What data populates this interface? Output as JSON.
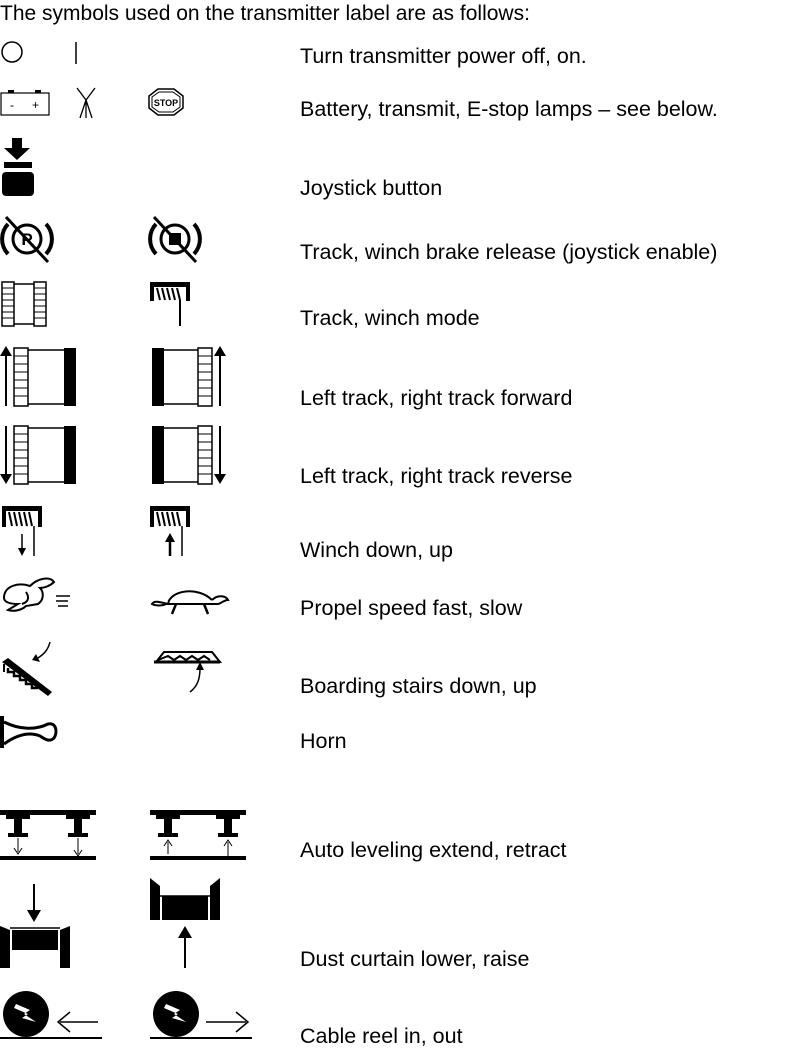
{
  "intro": "The symbols used on the transmitter label are as follows:",
  "rows": [
    {
      "text": "Turn transmitter power off, on.",
      "icons": [
        "power-off-icon",
        "power-on-icon"
      ]
    },
    {
      "text": "Battery, transmit, E-stop lamps – see below.",
      "icons": [
        "battery-icon",
        "antenna-icon",
        "stop-sign-icon"
      ]
    },
    {
      "text": "Joystick button",
      "icons": [
        "joystick-button-icon"
      ]
    },
    {
      "text": "Track, winch brake release (joystick enable)",
      "icons": [
        "track-brake-release-icon",
        "winch-brake-release-icon"
      ]
    },
    {
      "text": "Track, winch mode",
      "icons": [
        "track-mode-icon",
        "winch-mode-icon"
      ]
    },
    {
      "text": "Left track, right track forward",
      "icons": [
        "left-track-forward-icon",
        "right-track-forward-icon"
      ]
    },
    {
      "text": "Left track, right track reverse",
      "icons": [
        "left-track-reverse-icon",
        "right-track-reverse-icon"
      ]
    },
    {
      "text": "Winch down, up",
      "icons": [
        "winch-down-icon",
        "winch-up-icon"
      ]
    },
    {
      "text": "Propel speed fast, slow",
      "icons": [
        "rabbit-icon",
        "turtle-icon"
      ]
    },
    {
      "text": "Boarding stairs down, up",
      "icons": [
        "stairs-down-icon",
        "stairs-up-icon"
      ]
    },
    {
      "text": "Horn",
      "icons": [
        "horn-icon"
      ]
    },
    {
      "text": "Auto leveling extend, retract",
      "icons": [
        "leveling-extend-icon",
        "leveling-retract-icon"
      ]
    },
    {
      "text": "Dust curtain lower, raise",
      "icons": [
        "dust-curtain-lower-icon",
        "dust-curtain-raise-icon"
      ]
    },
    {
      "text": "Cable reel in, out",
      "icons": [
        "cable-reel-in-icon",
        "cable-reel-out-icon"
      ]
    }
  ],
  "battery": {
    "minus": "-",
    "plus": "+"
  },
  "stop_sign_text": "STOP",
  "brake_letter": "P"
}
